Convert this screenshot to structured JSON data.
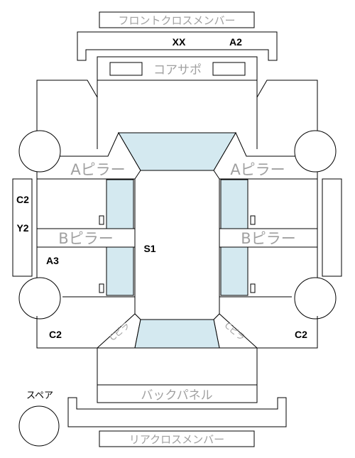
{
  "parts": {
    "front_cross_member": "フロントクロスメンバー",
    "core_support": "コアサポ",
    "a_pillar_left": "Aピラー",
    "a_pillar_right": "Aピラー",
    "b_pillar_left": "Bピラー",
    "b_pillar_right": "Bピラー",
    "back_panel": "バックパネル",
    "rear_cross_member": "リアクロスメンバー",
    "spare": "スペア",
    "c_pillar_left": "Cピラ",
    "c_pillar_right": "Cピラ"
  },
  "marks": {
    "front_left": "XX",
    "front_right": "A2",
    "left_rail_top": "C2",
    "left_rail_mid": "Y2",
    "left_mid": "A3",
    "roof": "S1",
    "rear_left": "C2",
    "rear_right": "C2"
  },
  "colors": {
    "glass": "#d4e9f0",
    "label_gray": "#a6a6a6"
  }
}
